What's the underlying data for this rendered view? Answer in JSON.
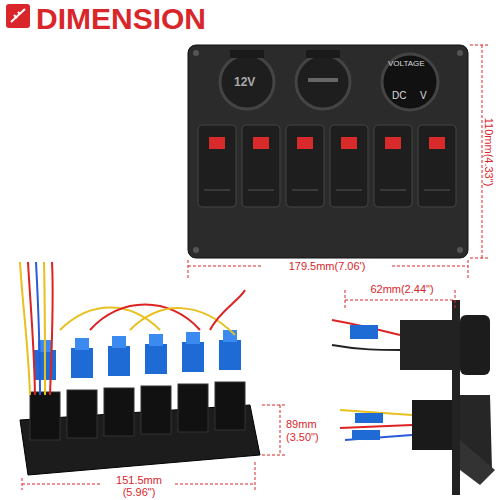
{
  "diagram": {
    "title": "DIMENSION",
    "labels": [
      "12V",
      "VOLTAGE",
      "DC",
      "V",
      "110mm(4.33\")",
      "179.5mm(7.06')",
      "151.5mm",
      "(5.96\")",
      "89mm",
      "(3.50\")",
      "62mm(2.44\")"
    ]
  }
}
